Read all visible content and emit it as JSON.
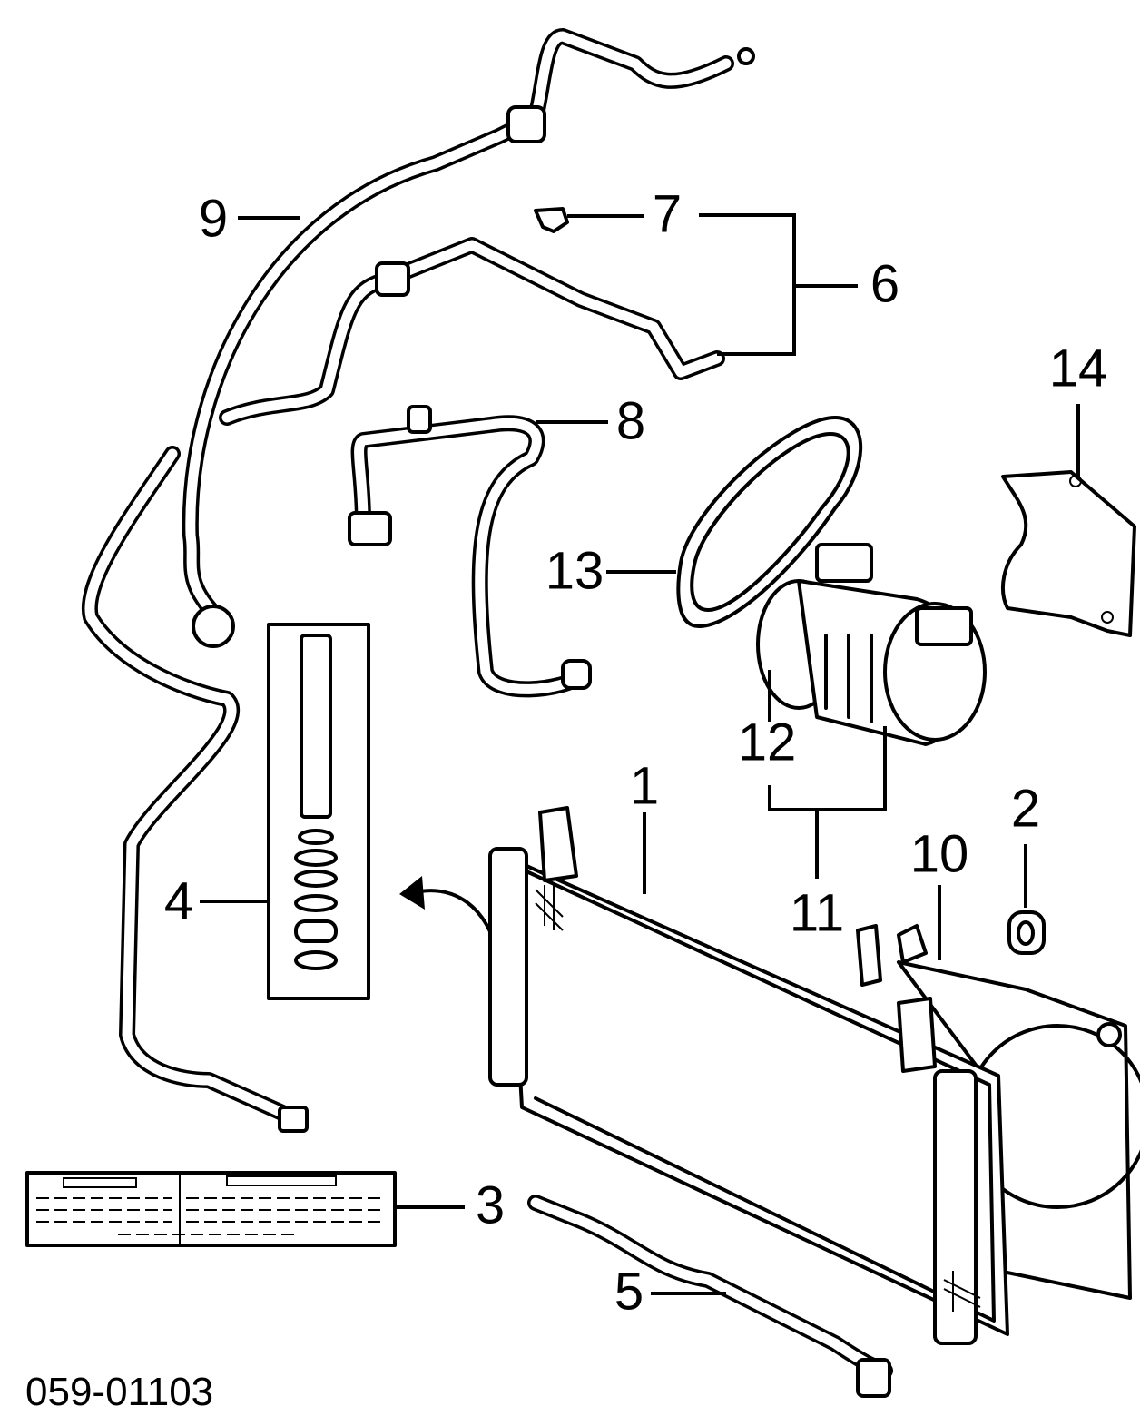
{
  "diagram": {
    "callouts": {
      "c1": "1",
      "c2": "2",
      "c3": "3",
      "c4": "4",
      "c5": "5",
      "c6": "6",
      "c7": "7",
      "c8": "8",
      "c9": "9",
      "c10": "10",
      "c11": "11",
      "c12": "12",
      "c13": "13",
      "c14": "14"
    },
    "diagram_code": "059-01103"
  }
}
